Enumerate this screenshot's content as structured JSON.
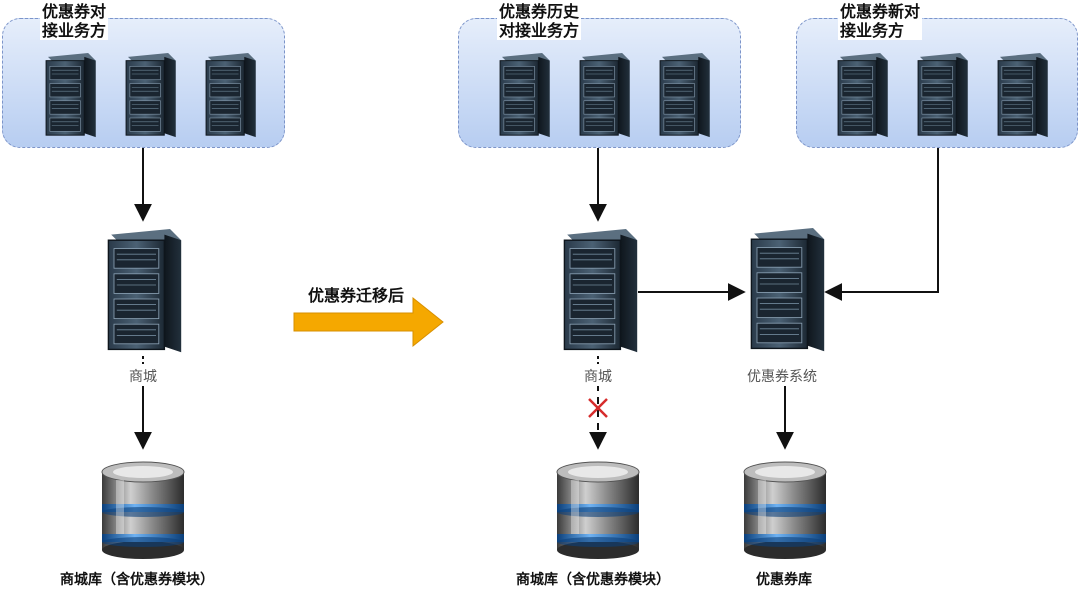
{
  "groups": {
    "left": {
      "title_l1": "优惠券对",
      "title_l2": "接业务方"
    },
    "history": {
      "title_l1": "优惠券历史",
      "title_l2": "对接业务方"
    },
    "new": {
      "title_l1": "优惠券新对",
      "title_l2": "接业务方"
    }
  },
  "nodes": {
    "left_mall": "商城",
    "left_db": "商城库（含优惠券模块）",
    "right_mall": "商城",
    "right_db": "商城库（含优惠券模块）",
    "coupon_system": "优惠券系统",
    "coupon_db": "优惠券库"
  },
  "migration_label": "优惠券迁移后",
  "colors": {
    "group_fill_top": "#e6eefb",
    "group_fill_bottom": "#b7cdf1",
    "arrow": "#111111",
    "migration_arrow": "#f5a800",
    "cross": "#d62b2b"
  }
}
